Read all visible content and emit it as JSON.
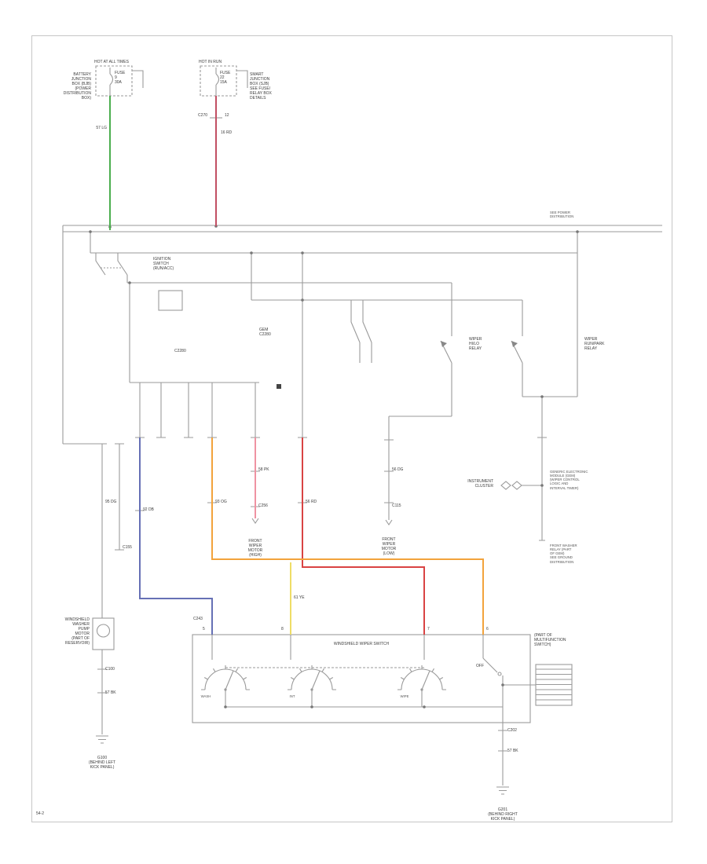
{
  "colors": {
    "green": "#4cae4f",
    "red": "#c14f63",
    "red2": "#d94343",
    "pink": "#ef93a2",
    "orange": "#f2a33c",
    "yellow": "#eedd66",
    "blue": "#6670b5"
  },
  "labels": {
    "page_code": "54-2",
    "tl_header": "HOT AT ALL TIMES",
    "tl_box": "BATTERY\nJUNCTION\nBOX (BJB)\n(POWER\nDISTRIBUTION\nBOX)",
    "tl_fuse": "FUSE\n9\n30A",
    "tl_wire": "57 LG",
    "tm_header": "HOT IN RUN",
    "tm_fuse": "FUSE\n22\n15A",
    "tm_box": "SMART\nJUNCTION\nBOX (SJB)\nSEE FUSE/\nRELAY BOX\nDETAILS",
    "tm_conn_l": "C270",
    "tm_conn_r": "12",
    "tm_wire": "16 RD",
    "bus_note": "SEE POWER\nDISTRIBUTION",
    "ign_switch": "IGNITION\nSWITCH\n(RUN/ACC)",
    "gem_tag": "GEM\nC2280",
    "conn_bus": "C2280",
    "relay_hi_lo": "WIPER\nHI/LO\nRELAY",
    "relay_run_park": "WIPER\nRUN/PARK\nRELAY",
    "cluster": "INSTRUMENT\nCLUSTER",
    "gem_block": "GENERIC ELECTRONIC\nMODULE (GEM)\n(WIPER CONTROL\nLOGIC AND\nINTERVAL TIMER)",
    "washer_relay_block": "FRONT WASHER\nRELAY (PART\nOF GEM)\nSEE GROUND\nDISTRIBUTION",
    "wiper_hi_stub": "FRONT\nWIPER\nMOTOR\n(HIGH)",
    "wiper_lo_stub": "FRONT\nWIPER\nMOTOR\n(LOW)",
    "washer_pump": "WINDSHIELD\nWASHER\nPUMP\nMOTOR\n(PART OF\nRESERVOIR)",
    "switch_title": "WINDSHIELD WIPER SWITCH",
    "mfs_note": "(PART OF\nMULTIFUNCTION\nSWITCH)",
    "off_tag": "OFF",
    "arc1_tag": "WASH",
    "arc2_tag": "INT",
    "arc3_tag": "WIPE",
    "pin_5": "5",
    "pin_8": "8",
    "pin_7": "7",
    "pin_6": "6",
    "conn_c243": "C243",
    "w_orange": "93 OG",
    "w_blue": "92 DB",
    "w_red": "56 RD",
    "w_yellow": "61 YE",
    "w_pink": "58 PK",
    "w_dg": "56 DG",
    "c_115": "C115",
    "c_256": "C256",
    "c_155": "C155",
    "w_pump": "95 DG",
    "c_pump1": "C100",
    "w_pump2": "57 BK",
    "c_right1": "C202",
    "w_right2": "57 BK",
    "g_left": "G100\n(BEHIND LEFT\nKICK PANEL)",
    "g_right": "G201\n(BEHIND RIGHT\nKICK PANEL)"
  }
}
